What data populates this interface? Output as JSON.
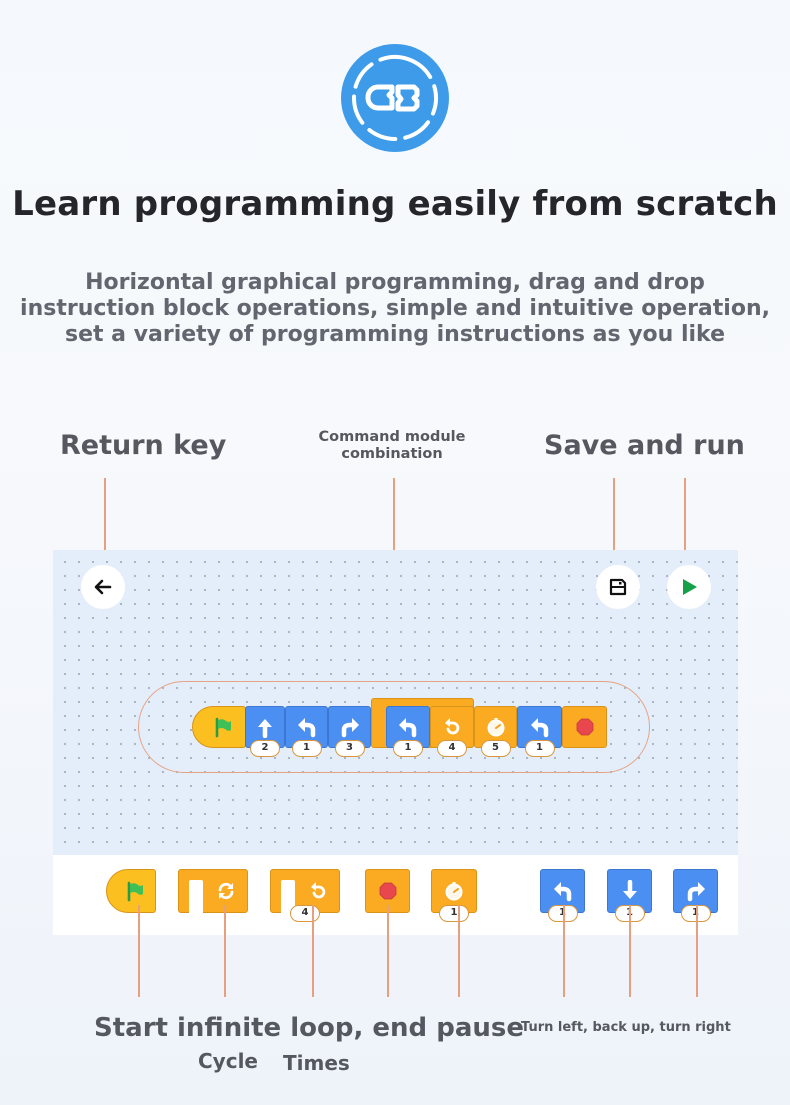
{
  "header": {
    "logo_icon": "coding-block-icon",
    "title": "Learn programming easily from scratch",
    "subtitle_lines": [
      "Horizontal graphical programming, drag and drop",
      "instruction block operations, simple and intuitive operation,",
      "set a variety of programming instructions as you like"
    ]
  },
  "callouts": {
    "return_key": "Return key",
    "command_module": [
      "Command module",
      "combination"
    ],
    "save_and_run": "Save and run",
    "bottom_left": "Start infinite loop, end pause",
    "cycle": "Cycle",
    "times": "Times",
    "bottom_right": "Turn left, back up, turn right"
  },
  "toolbar": {
    "back_icon": "arrow-left-icon",
    "save_icon": "save-icon",
    "run_icon": "play-icon"
  },
  "program": {
    "blocks": [
      {
        "type": "start",
        "icon": "flag-icon",
        "value": null
      },
      {
        "type": "forward",
        "icon": "arrow-up-icon",
        "value": "2"
      },
      {
        "type": "turn-left",
        "icon": "turn-left-icon",
        "value": "1"
      },
      {
        "type": "turn-right",
        "icon": "turn-right-icon",
        "value": "3"
      },
      {
        "type": "turn-left",
        "icon": "turn-left-icon",
        "value": "1"
      },
      {
        "type": "repeat",
        "icon": "repeat-icon",
        "value": "4"
      },
      {
        "type": "pause",
        "icon": "timer-icon",
        "value": "5"
      },
      {
        "type": "turn-left",
        "icon": "turn-left-icon",
        "value": "1"
      },
      {
        "type": "end",
        "icon": "stop-icon",
        "value": null
      }
    ]
  },
  "palette": {
    "blocks": [
      {
        "type": "start",
        "icon": "flag-icon",
        "value": null
      },
      {
        "type": "infinite-loop",
        "icon": "loop-icon",
        "value": null
      },
      {
        "type": "repeat",
        "icon": "repeat-icon",
        "value": "4"
      },
      {
        "type": "end",
        "icon": "stop-icon",
        "value": null
      },
      {
        "type": "pause",
        "icon": "timer-icon",
        "value": "1"
      },
      {
        "type": "turn-left",
        "icon": "turn-left-icon",
        "value": "1"
      },
      {
        "type": "back-up",
        "icon": "arrow-down-icon",
        "value": "1"
      },
      {
        "type": "turn-right",
        "icon": "turn-right-icon",
        "value": "1"
      }
    ]
  },
  "colors": {
    "logo_blue": "#3d9be9",
    "motion_blue": "#4c8ff2",
    "control_orange": "#fbab21",
    "start_yellow": "#fbbf1f",
    "flag_green": "#3fbf55",
    "stop_red": "#e8474e",
    "run_green": "#15a04a",
    "callout_line": "#e6a07f"
  }
}
